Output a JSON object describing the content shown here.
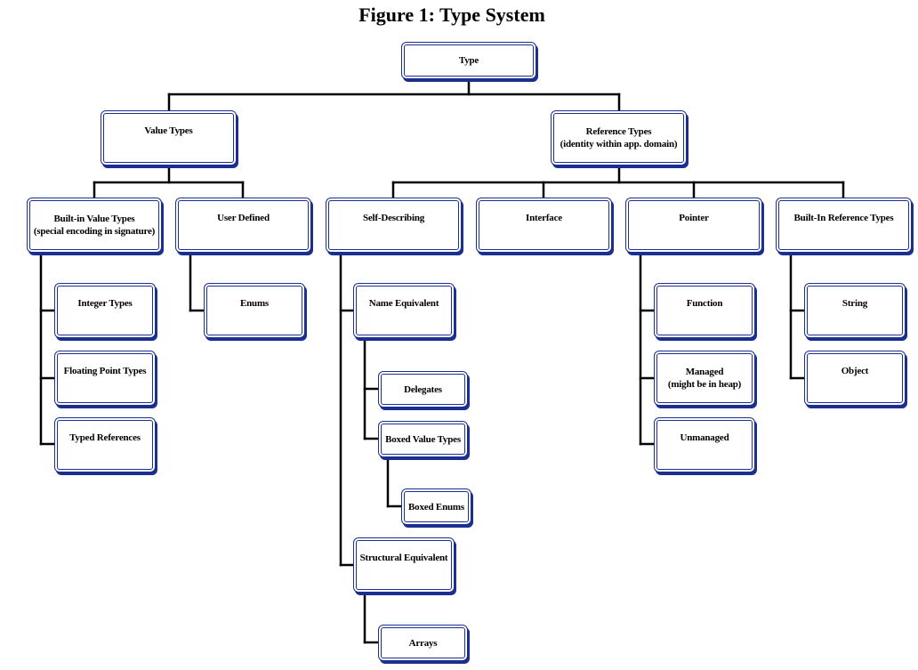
{
  "diagram": {
    "title": "Figure 1: Type System",
    "nodes": {
      "type": {
        "lines": [
          "Type"
        ]
      },
      "value_types": {
        "lines": [
          "Value Types"
        ]
      },
      "reference_types": {
        "lines": [
          "Reference Types",
          "(identity within app. domain)"
        ]
      },
      "builtin_value_types": {
        "lines": [
          "Built-in Value Types",
          "(special encoding in signature)"
        ]
      },
      "user_defined": {
        "lines": [
          "User Defined"
        ]
      },
      "self_describing": {
        "lines": [
          "Self-Describing"
        ]
      },
      "interface": {
        "lines": [
          "Interface"
        ]
      },
      "pointer": {
        "lines": [
          "Pointer"
        ]
      },
      "builtin_reference_types": {
        "lines": [
          "Built-In Reference Types"
        ]
      },
      "integer_types": {
        "lines": [
          "Integer Types"
        ]
      },
      "floating_point_types": {
        "lines": [
          "Floating Point Types"
        ]
      },
      "typed_references": {
        "lines": [
          "Typed References"
        ]
      },
      "enums": {
        "lines": [
          "Enums"
        ]
      },
      "name_equivalent": {
        "lines": [
          "Name Equivalent"
        ]
      },
      "delegates": {
        "lines": [
          "Delegates"
        ]
      },
      "boxed_value_types": {
        "lines": [
          "Boxed Value Types"
        ]
      },
      "boxed_enums": {
        "lines": [
          "Boxed Enums"
        ]
      },
      "structural_equivalent": {
        "lines": [
          "Structural Equivalent"
        ]
      },
      "arrays": {
        "lines": [
          "Arrays"
        ]
      },
      "function": {
        "lines": [
          "Function"
        ]
      },
      "managed": {
        "lines": [
          "Managed",
          "(might be in heap)"
        ]
      },
      "unmanaged": {
        "lines": [
          "Unmanaged"
        ]
      },
      "string": {
        "lines": [
          "String"
        ]
      },
      "object": {
        "lines": [
          "Object"
        ]
      }
    },
    "edges": [
      [
        "type",
        "value_types"
      ],
      [
        "type",
        "reference_types"
      ],
      [
        "value_types",
        "builtin_value_types"
      ],
      [
        "value_types",
        "user_defined"
      ],
      [
        "reference_types",
        "self_describing"
      ],
      [
        "reference_types",
        "interface"
      ],
      [
        "reference_types",
        "pointer"
      ],
      [
        "reference_types",
        "builtin_reference_types"
      ],
      [
        "builtin_value_types",
        "integer_types"
      ],
      [
        "builtin_value_types",
        "floating_point_types"
      ],
      [
        "builtin_value_types",
        "typed_references"
      ],
      [
        "user_defined",
        "enums"
      ],
      [
        "self_describing",
        "name_equivalent"
      ],
      [
        "self_describing",
        "structural_equivalent"
      ],
      [
        "name_equivalent",
        "delegates"
      ],
      [
        "name_equivalent",
        "boxed_value_types"
      ],
      [
        "boxed_value_types",
        "boxed_enums"
      ],
      [
        "structural_equivalent",
        "arrays"
      ],
      [
        "pointer",
        "function"
      ],
      [
        "pointer",
        "managed"
      ],
      [
        "pointer",
        "unmanaged"
      ],
      [
        "builtin_reference_types",
        "string"
      ],
      [
        "builtin_reference_types",
        "object"
      ]
    ]
  }
}
